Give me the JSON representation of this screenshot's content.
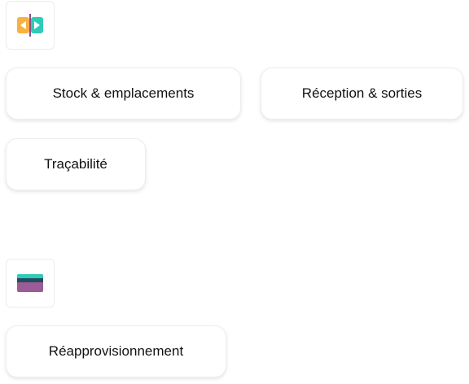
{
  "sections": [
    {
      "icon": "inventory-icon",
      "items": [
        {
          "label": "Stock & emplacements"
        },
        {
          "label": "Réception & sorties"
        },
        {
          "label": "Traçabilité"
        }
      ]
    },
    {
      "icon": "purchase-icon",
      "items": [
        {
          "label": "Réapprovisionnement"
        }
      ]
    }
  ],
  "colors": {
    "inventory_left": "#F7B142",
    "inventory_right": "#2DCBB8",
    "inventory_divider": "#8E4E91",
    "purchase_top": "#2DCBB8",
    "purchase_mid": "#1F4F5F",
    "purchase_bottom": "#9B5C95"
  }
}
